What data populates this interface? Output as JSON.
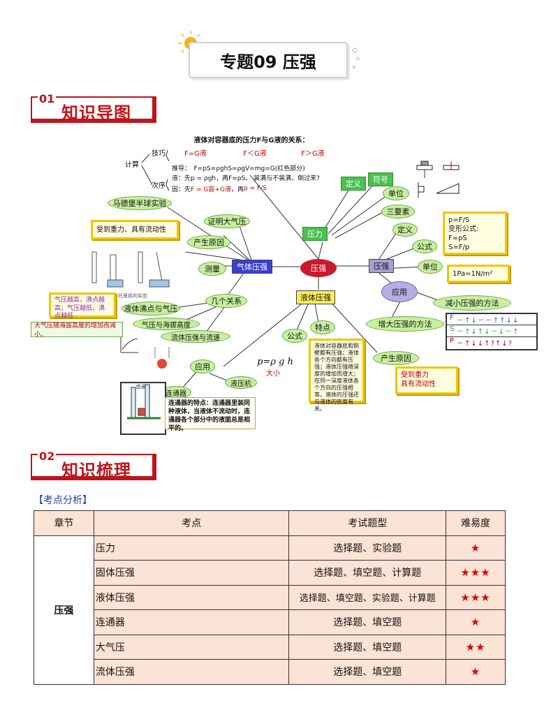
{
  "title": "专题09 压强",
  "sections": [
    {
      "num": "01",
      "label": "知识导图"
    },
    {
      "num": "02",
      "label": "知识梳理"
    }
  ],
  "mindmap": {
    "center": "压强",
    "top_formula_title": "液体对容器底的压力F与G液的关系：",
    "compare": [
      "F=G液",
      "F＜G液",
      "F＞G液"
    ],
    "calc": "计算",
    "skill": "技巧",
    "order": "次序",
    "derive": "推导：　F=pS=ρghS=ρgV=mg=G(红色部分)",
    "liquid_rule": "液：先p = ρgh，再F=pS。 装满与不装满，倒过来?",
    "solid_rule_prefix": "固：先",
    "solid_rule_formula": "F = G容+G液",
    "solid_rule_mid": "，再",
    "solid_rule_p": "p = F/S",
    "pressure_force": "压力",
    "definition": "定义",
    "symbol": "符号",
    "unit": "单位",
    "three_elements": "三要素",
    "pressure": "压强",
    "p_def": "定义",
    "p_formula": "公式",
    "p_unit": "单位",
    "p_apply": "应用",
    "reduce": "减小压强的方法",
    "increase": "增大压强的方法",
    "formula_note_title": "公式",
    "formula_note": [
      "p=F/S",
      "变形公式:",
      "F=pS",
      "S=F/p"
    ],
    "unit_note_title": "单位",
    "unit_note": "1Pa=1N/m²",
    "fsp_table": [
      {
        "label": "F",
        "marks": [
          "－",
          "↑",
          "↓",
          "－",
          "－",
          "↑",
          "↑",
          "↓",
          "↓"
        ]
      },
      {
        "label": "S",
        "marks": [
          "－",
          "↑",
          "↓",
          "↑",
          "↓",
          "－",
          "↓",
          "－",
          "↑"
        ]
      },
      {
        "label": "P",
        "marks": [
          "－",
          "↑",
          "↓",
          "↓",
          "↑",
          "?",
          "↑",
          "↓",
          "?"
        ]
      }
    ],
    "gas_pressure": "气体压强",
    "magdeburg": "马德堡半球实验",
    "prove": "证明大气压",
    "cause": "产生原因",
    "cause_note_title": "产生原因",
    "cause_note": "受到重力、具有流动性",
    "measure": "测量",
    "torricelli": "托里拆利实验",
    "relations": "几个关系",
    "boil": "液体沸点与气压",
    "altitude": "气压与海拔高度",
    "flow": "流体压强与流速",
    "boil_note_title": "液体沸点与气压",
    "boil_note": "气压越高，沸点越高；气压越低，沸点越低",
    "altitude_note": "大气压随海拔高度的增加而减小。",
    "apply": "应用",
    "connector": "连通器",
    "hydraulic": "液压机",
    "connector_note": "连通器的特点：连通器里装同种液体，当液体不流动时，连通器各个部分中的液面总是相平的。",
    "connector_caption": "连通器",
    "liquid_pressure": "液体压强",
    "lp_formula": "公式",
    "lp_formula_text": "p=ρ g h",
    "lp_size": "大小",
    "feature": "特点",
    "feature_note": "液体对容器底和侧壁都有压强；液体各个方向都有压强；液体压强随深度的增加而增大；在同一深度液体各个方向的压强相等。液体的压强还与液体的密度有关。",
    "lp_cause": "产生原因",
    "lp_cause_note_title": "产生原因",
    "lp_cause_note": "受到重力\n具有流动性"
  },
  "analysis": {
    "label": "【考点分析】",
    "headers": [
      "章节",
      "考点",
      "考试题型",
      "难易度"
    ],
    "chapter": "压强",
    "rows": [
      {
        "point": "压力",
        "type": "选择题、实验题",
        "stars": "★"
      },
      {
        "point": "固体压强",
        "type": "选择题、填空题、计算题",
        "stars": "★★★"
      },
      {
        "point": "液体压强",
        "type": "选择题、填空题、实验题、计算题",
        "stars": "★★★"
      },
      {
        "point": "连通器",
        "type": "选择题、填空题",
        "stars": "★"
      },
      {
        "point": "大气压",
        "type": "选择题、填空题",
        "stars": "★★"
      },
      {
        "point": "流体压强",
        "type": "选择题、填空题",
        "stars": "★"
      }
    ]
  },
  "colors": {
    "accent_red": "#c0141a",
    "table_bg": "#fbe3d5",
    "star": "#e00000",
    "label_blue": "#1f3fa0"
  }
}
